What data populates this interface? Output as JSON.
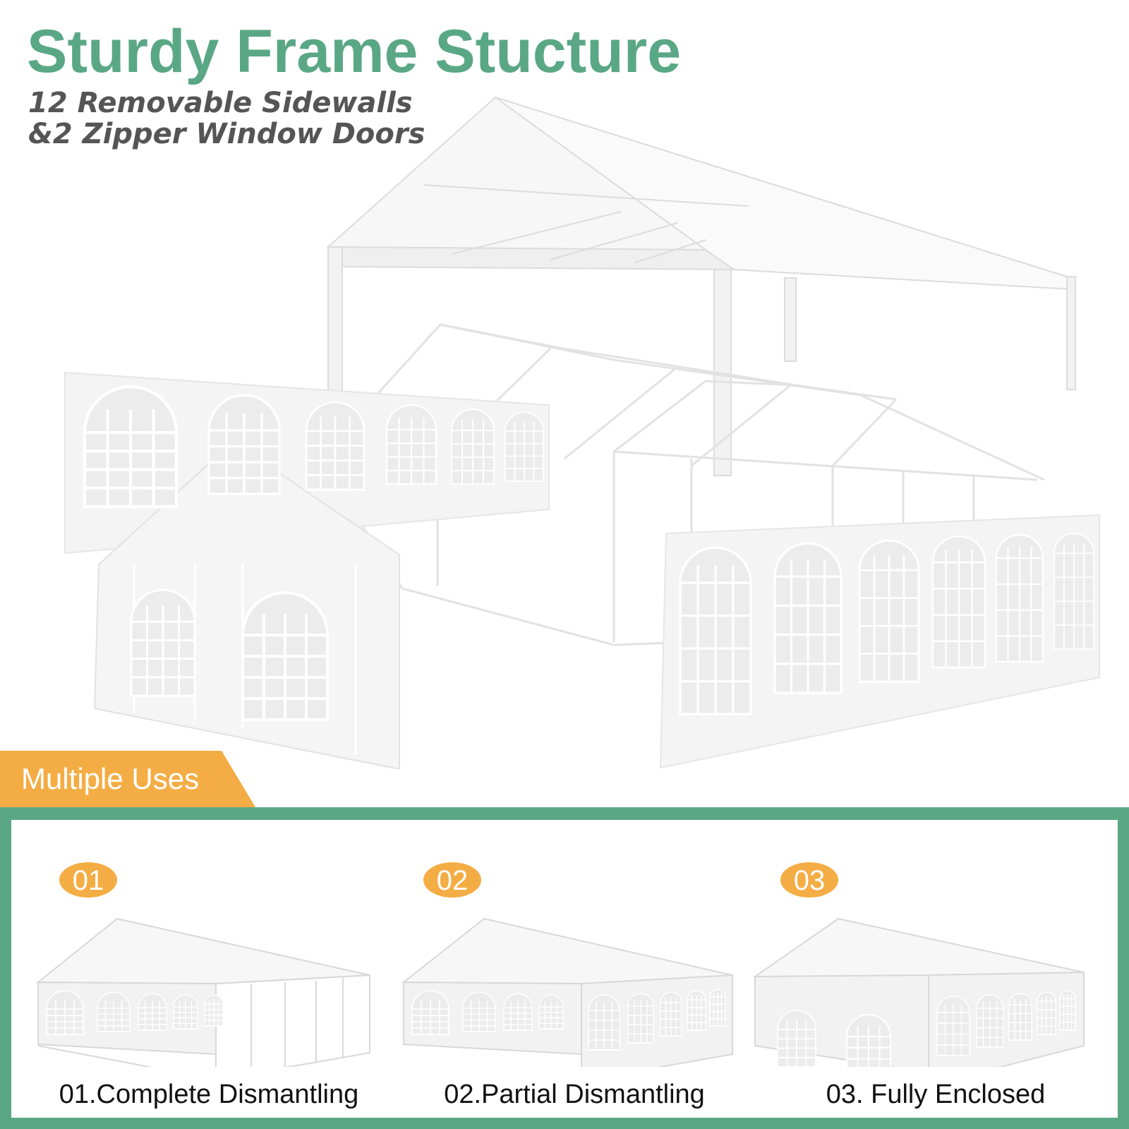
{
  "header": {
    "title": "Sturdy Frame Stucture",
    "subtitle_line1": "12 Removable Sidewalls",
    "subtitle_line2": "&2 Zipper Window Doors"
  },
  "uses": {
    "banner_label": "Multiple Uses",
    "items": [
      {
        "badge": "01",
        "caption": "01.Complete Dismantling"
      },
      {
        "badge": "02",
        "caption": "02.Partial Dismantling"
      },
      {
        "badge": "03",
        "caption": "03. Fully Enclosed"
      }
    ]
  },
  "colors": {
    "title_green": "#5aa786",
    "subtitle_gray": "#555555",
    "accent_orange": "#f4ad44",
    "panel_green": "#5aa786"
  }
}
